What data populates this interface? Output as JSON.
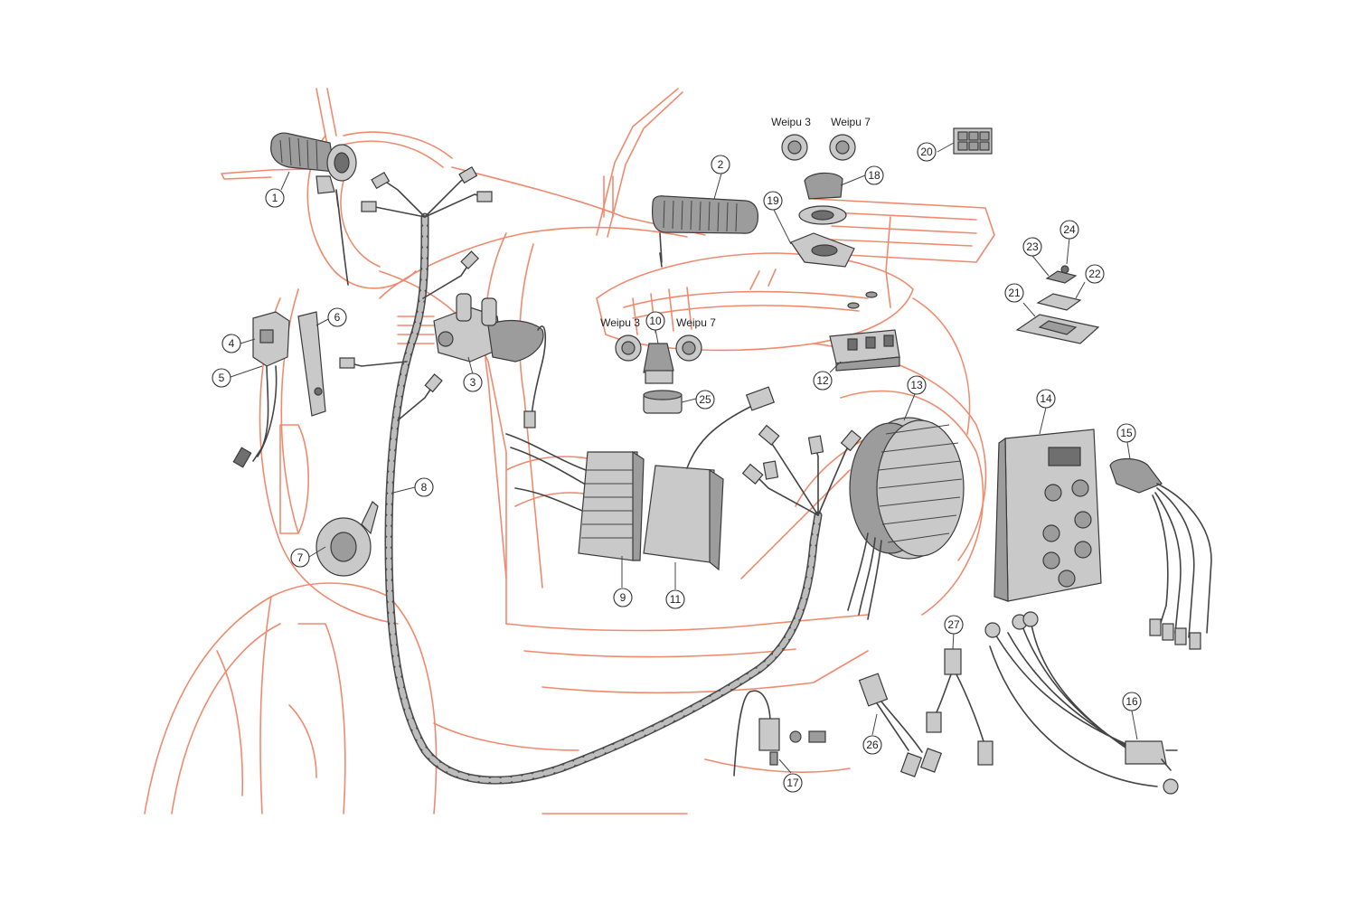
{
  "colors": {
    "scooter_outline": "#f08a6e",
    "part_stroke": "#3a3a3a",
    "part_fill_light": "#c9c9c9",
    "part_fill_dark": "#6f6f6f",
    "background": "#ffffff"
  },
  "connector_labels": {
    "top_left": "Weipu 3",
    "top_right": "Weipu 7",
    "mid_left": "Weipu 3",
    "mid_right": "Weipu 7"
  },
  "callouts": [
    "1",
    "2",
    "3",
    "4",
    "5",
    "6",
    "7",
    "8",
    "9",
    "10",
    "11",
    "12",
    "13",
    "14",
    "15",
    "16",
    "17",
    "18",
    "19",
    "20",
    "21",
    "22",
    "23",
    "24",
    "25",
    "26",
    "27"
  ]
}
